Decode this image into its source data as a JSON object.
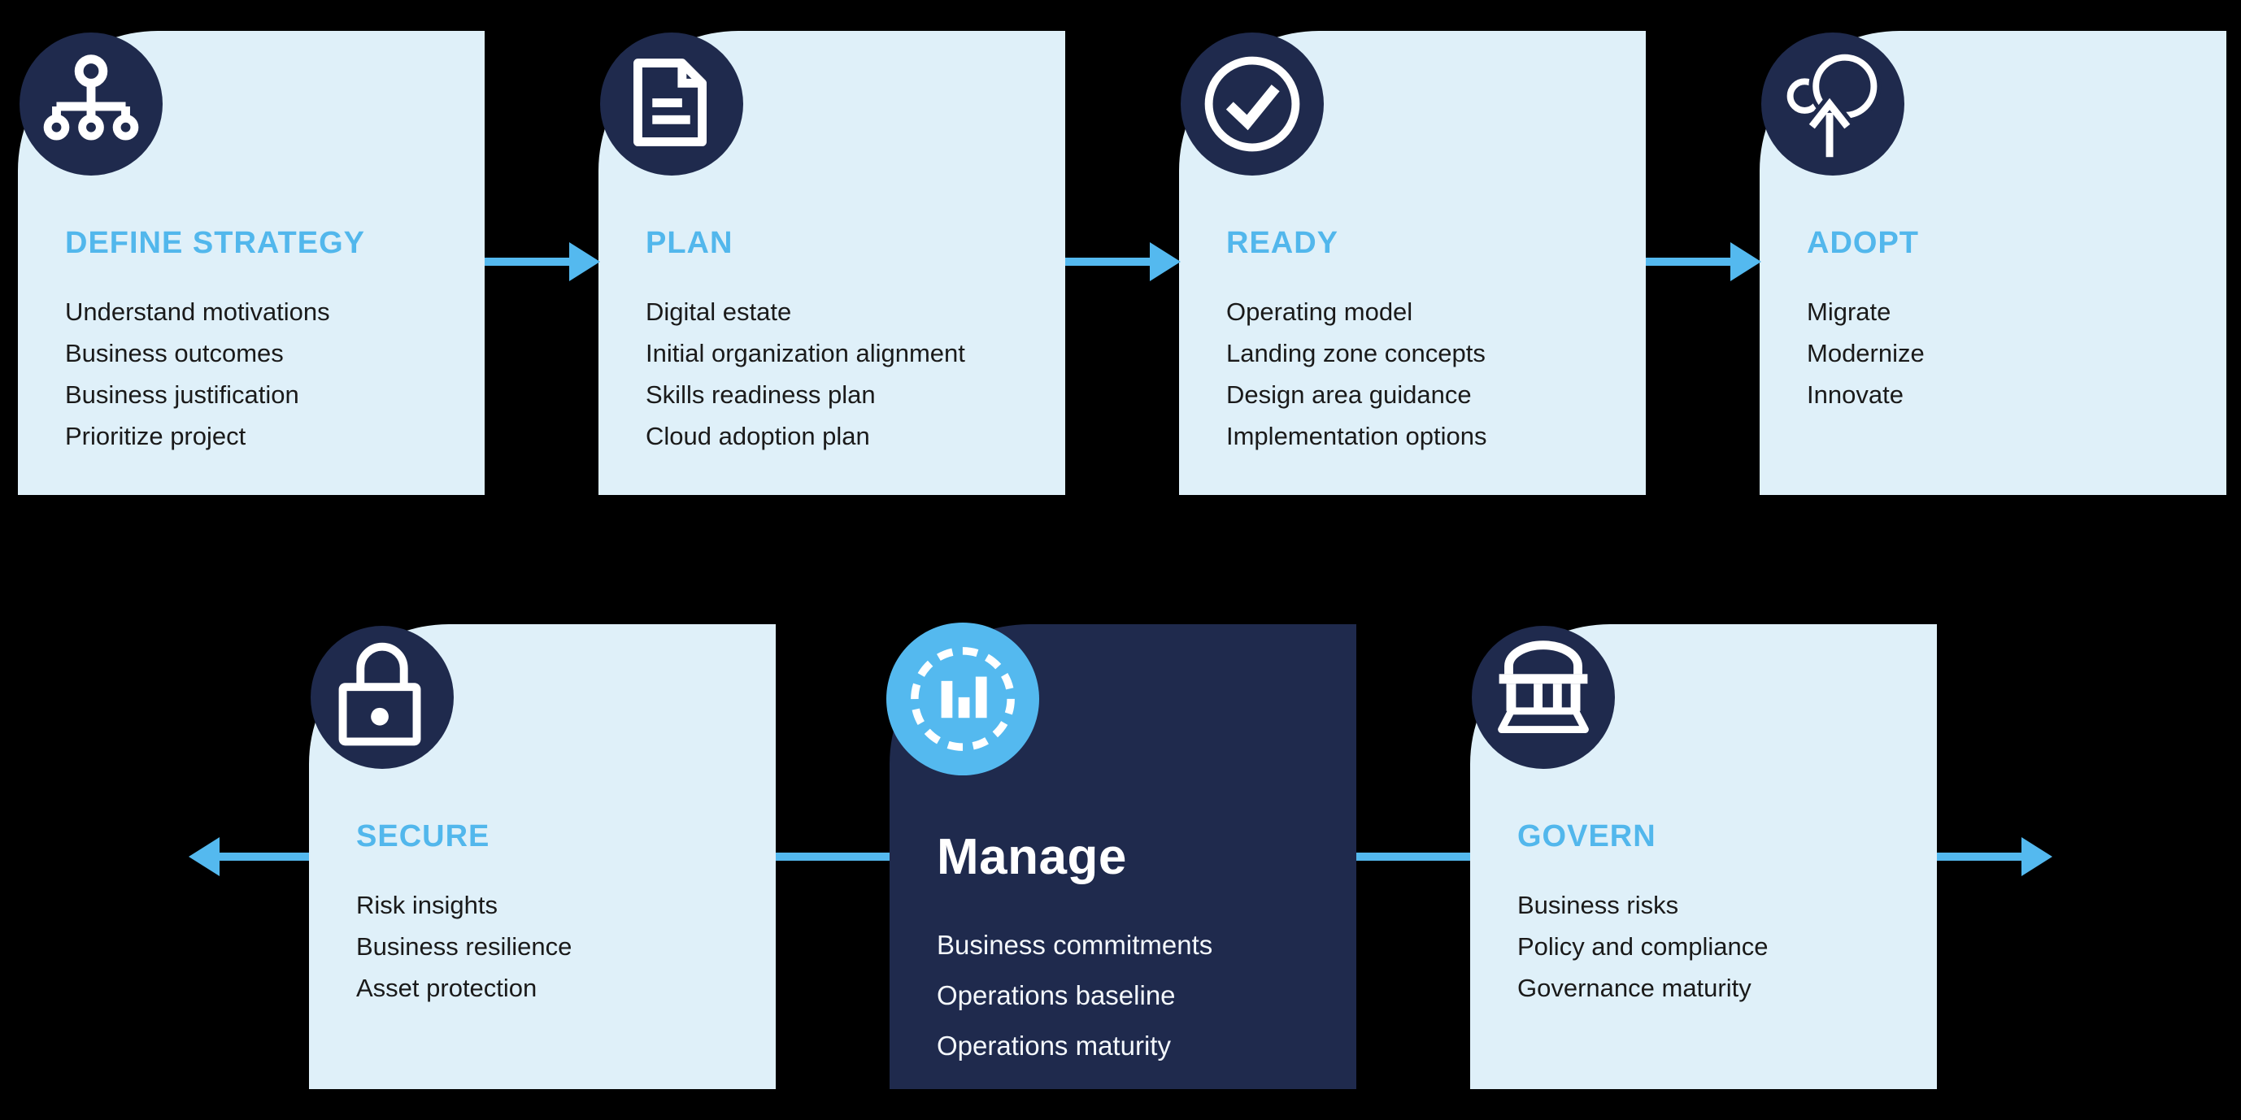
{
  "palette": {
    "background": "#000000",
    "card_light": "#dff0f9",
    "navy": "#1f2a4d",
    "accent_blue": "#54b9ef",
    "heading_blue": "#52b7ec",
    "text_dark": "#1a1a1a",
    "text_light": "#f4f8fc"
  },
  "stages": {
    "define_strategy": {
      "title": "DEFINE STRATEGY",
      "icon": "sitemap-icon",
      "items": [
        "Understand motivations",
        "Business outcomes",
        "Business justification",
        "Prioritize project"
      ]
    },
    "plan": {
      "title": "PLAN",
      "icon": "document-icon",
      "items": [
        "Digital estate",
        "Initial organization alignment",
        "Skills readiness plan",
        "Cloud adoption plan"
      ]
    },
    "ready": {
      "title": "READY",
      "icon": "check-circle-icon",
      "items": [
        "Operating model",
        "Landing zone concepts",
        "Design area guidance",
        "Implementation options"
      ]
    },
    "adopt": {
      "title": "ADOPT",
      "icon": "cloud-upload-icon",
      "items": [
        "Migrate",
        "Modernize",
        "Innovate"
      ]
    },
    "secure": {
      "title": "SECURE",
      "icon": "padlock-icon",
      "items": [
        "Risk insights",
        "Business resilience",
        "Asset protection"
      ]
    },
    "manage": {
      "title": "Manage",
      "icon": "bar-chart-icon",
      "highlighted": true,
      "items": [
        "Business commitments",
        "Operations baseline",
        "Operations maturity"
      ]
    },
    "govern": {
      "title": "GOVERN",
      "icon": "bank-icon",
      "items": [
        "Business risks",
        "Policy and compliance",
        "Governance maturity"
      ]
    }
  }
}
